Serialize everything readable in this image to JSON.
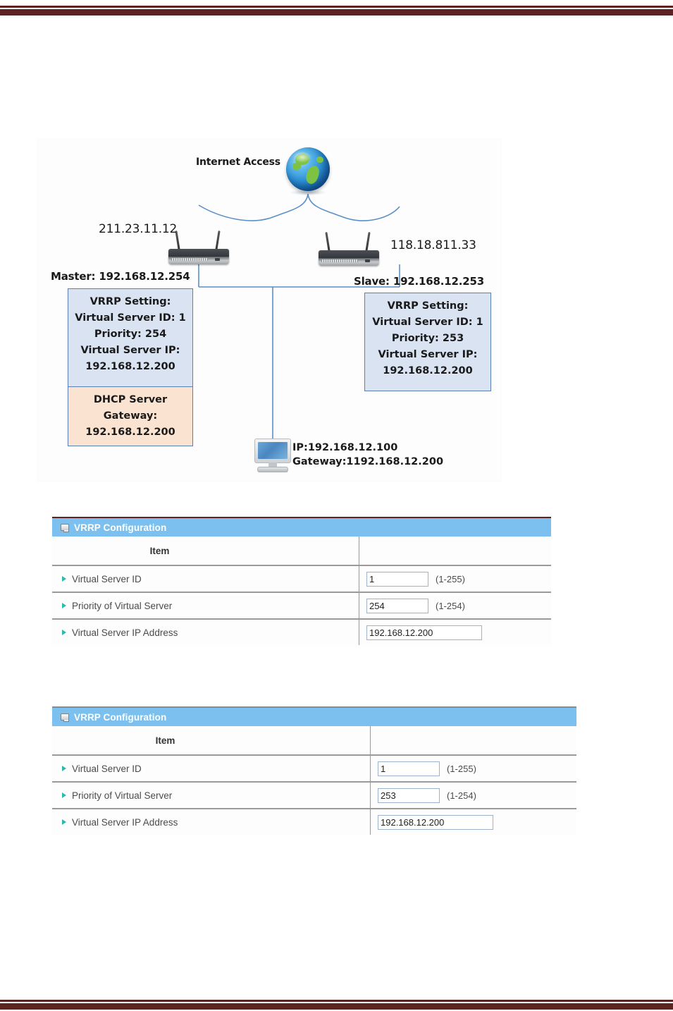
{
  "page": {
    "rule_color": "#5b2321"
  },
  "diagram": {
    "internet_label": "Internet Access",
    "wan_ip_left": "211.23.11.12",
    "wan_ip_right": "118.18.811.33",
    "master_label": "Master: 192.168.12.254",
    "slave_label": "Slave: 192.168.12.253",
    "master_box": {
      "line1": "VRRP Setting:",
      "line2": "Virtual Server ID: 1",
      "line3": "Priority: 254",
      "line4": "Virtual Server IP:",
      "line5": "192.168.12.200"
    },
    "dhcp_box": {
      "line1": "DHCP Server",
      "line2": "Gateway:",
      "line3": "192.168.12.200"
    },
    "slave_box": {
      "line1": "VRRP Setting:",
      "line2": "Virtual Server ID: 1",
      "line3": "Priority: 253",
      "line4": "Virtual Server IP:",
      "line5": "192.168.12.200"
    },
    "pc": {
      "ip_line": "IP:192.168.12.100",
      "gateway_line": "Gateway:1192.168.12.200"
    },
    "icons": {
      "globe": "globe-icon",
      "router_left": "router-icon",
      "router_right": "router-icon",
      "pc": "desktop-computer-icon"
    }
  },
  "table_master": {
    "header_title": "VRRP Configuration",
    "header_icon": "window-icon",
    "item_column_header": "Item",
    "rows": [
      {
        "label": "Virtual Server ID",
        "value": "1",
        "hint": "(1-255)",
        "input_size": "small"
      },
      {
        "label": "Priority of Virtual Server",
        "value": "254",
        "hint": "(1-254)",
        "input_size": "small"
      },
      {
        "label": "Virtual Server IP Address",
        "value": "192.168.12.200",
        "hint": "",
        "input_size": "wide"
      }
    ]
  },
  "table_slave": {
    "header_title": "VRRP Configuration",
    "header_icon": "window-icon",
    "item_column_header": "Item",
    "rows": [
      {
        "label": "Virtual Server ID",
        "value": "1",
        "hint": "(1-255)",
        "input_size": "small"
      },
      {
        "label": "Priority of Virtual Server",
        "value": "253",
        "hint": "(1-254)",
        "input_size": "small"
      },
      {
        "label": "Virtual Server IP Address",
        "value": "192.168.12.200",
        "hint": "",
        "input_size": "wide"
      }
    ]
  },
  "colors": {
    "table_header_blue": "#7bc0ee",
    "bullet_teal": "#2fb9ab",
    "info_box_blue": "#d9e3f2",
    "info_box_orange": "#fbe3d2",
    "box_border": "#5b7fb5",
    "link_line": "#5b8fc9"
  }
}
